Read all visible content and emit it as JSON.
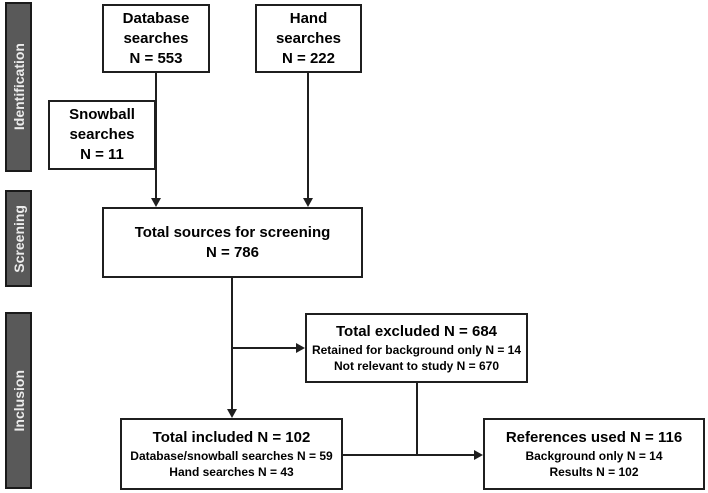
{
  "diagram": {
    "stages": {
      "identification": "Identification",
      "screening": "Screening",
      "inclusion": "Inclusion"
    },
    "boxes": {
      "database_searches": {
        "line1": "Database",
        "line2": "searches",
        "line3": "N = 553"
      },
      "hand_searches": {
        "line1": "Hand",
        "line2": "searches",
        "line3": "N = 222"
      },
      "snowball_searches": {
        "line1": "Snowball",
        "line2": "searches",
        "line3": "N = 11"
      },
      "total_sources": {
        "line1": "Total sources for screening",
        "line2": "N = 786"
      },
      "total_excluded": {
        "title": "Total excluded N = 684",
        "detail1": "Retained for background only N = 14",
        "detail2": "Not relevant to study N = 670"
      },
      "total_included": {
        "title": "Total included N = 102",
        "detail1": "Database/snowball searches N = 59",
        "detail2": "Hand searches N = 43"
      },
      "references_used": {
        "title": "References used N = 116",
        "detail1": "Background only N = 14",
        "detail2": "Results N = 102"
      }
    },
    "colors": {
      "stage_fill": "#595959",
      "stage_text": "#ececec",
      "box_fill": "#ffffff",
      "box_border": "#1f1f1f",
      "connector": "#1f1f1f",
      "background": "#ffffff"
    }
  }
}
